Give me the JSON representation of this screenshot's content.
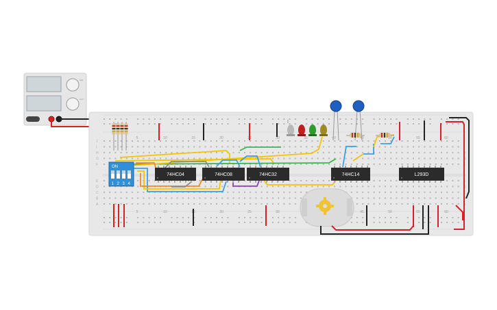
{
  "chips": [
    {
      "id": "chip-74hc04",
      "label": "74HC04"
    },
    {
      "id": "chip-74hc08",
      "label": "74HC08"
    },
    {
      "id": "chip-74hc32",
      "label": "74HC32"
    },
    {
      "id": "chip-74hc14",
      "label": "74HC14"
    },
    {
      "id": "chip-l293d",
      "label": "L293D"
    }
  ],
  "dip_switch": {
    "on_label": "ON",
    "positions": [
      "1",
      "2",
      "3",
      "4"
    ]
  },
  "breadboard": {
    "column_numbers": [
      "5",
      "10",
      "15",
      "20",
      "25",
      "30",
      "35",
      "40",
      "45",
      "50",
      "55",
      "60"
    ],
    "row_letters_top": [
      "J",
      "I",
      "H",
      "G",
      "F"
    ],
    "row_letters_bottom": [
      "E",
      "D",
      "C",
      "B",
      "A"
    ]
  },
  "power_supply": {
    "knob_labels": [
      "Volt",
      "Curr"
    ]
  },
  "colors": {
    "board": "#e8e8e8",
    "chip": "#2b2b2b",
    "rail_red": "#d81f26",
    "rail_black": "#222222",
    "dip_blue": "#2f8fd8",
    "wire_yellow": "#f5c400",
    "wire_orange": "#f08a1c",
    "wire_blue": "#3aa0e0",
    "wire_green": "#3bb54a",
    "wire_purple": "#8b3fb5",
    "wire_gray": "#8a8a8a",
    "capacitor": "#1f5fbf"
  },
  "icons": [
    "gear-icon"
  ]
}
